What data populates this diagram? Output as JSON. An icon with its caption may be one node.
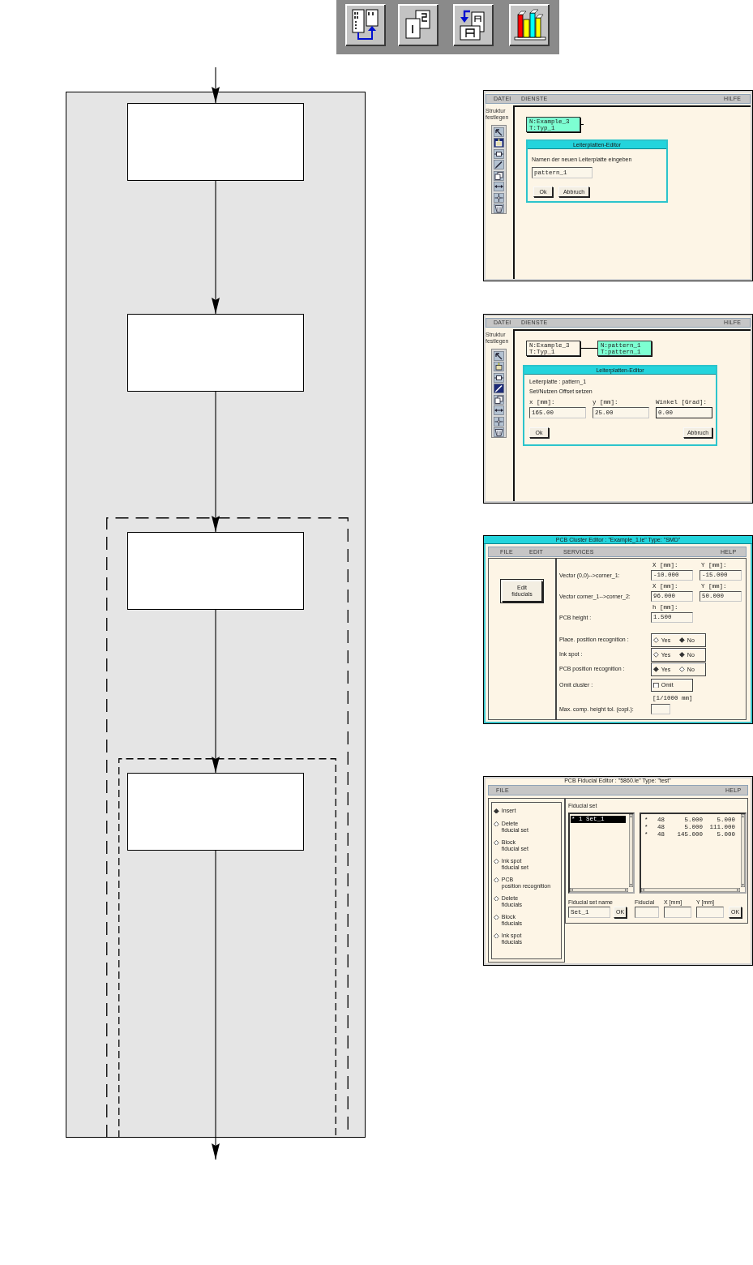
{
  "diagram": {
    "nodes": [
      {
        "text": [],
        "shape": "box"
      },
      {
        "text": [],
        "shape": "box",
        "in": 0
      },
      {
        "text": [],
        "shape": "box",
        "in": 0
      },
      {
        "text": [],
        "shape": "box",
        "in": 0
      },
      {
        "text": [],
        "shape": "box",
        "in": 3
      },
      {
        "text": [],
        "shape": "box",
        "in": 3
      },
      {
        "text": [],
        "shape": "box",
        "in": 5
      },
      {
        "text": [
          "DATEI",
          "DIENSTE",
          "HILFE",
          "Struktur festlegen"
        ]
      },
      {
        "text": [
          "N:Example_3",
          "T:Typ_1"
        ],
        "in": 7
      },
      {
        "text": [
          "Leiterplatten-Editor",
          "Namen der neuen Leiterplatte eingeben",
          "pattern_1",
          "Ok",
          "Abbruch"
        ],
        "in": 7
      },
      {
        "text": [
          "DATEI",
          "DIENSTE",
          "HILFE",
          "Struktur festlegen"
        ]
      },
      {
        "text": [
          "N:Example_3",
          "T:Typ_1"
        ],
        "in": 10
      },
      {
        "text": [
          "N:pattern_1",
          "T:pattern_1"
        ],
        "in": 10
      },
      {
        "text": [
          "Leiterplatten-Editor",
          "Leiterplatte : pattern_1",
          "Set/Nutzen Offset setzen",
          "x [mm]:",
          "y [mm]:",
          "Winkel [Grad]:",
          "165.00",
          "25.00",
          "0.00",
          "Ok",
          "Abbruch"
        ],
        "in": 10
      },
      {
        "text": [
          "PCB Cluster Editor : \"Example_1.le\" Type: \"SMD\"",
          "FILE",
          "EDIT",
          "SERVICES",
          "HELP",
          "Edit fiducials",
          "X [mm]:",
          "Y [mm]:",
          "Vector (0,0)-->corner_1:",
          "-10.000",
          "-15.000",
          "X [mm]:",
          "Y [mm]:",
          "Vector corner_1-->corner_2:",
          "96.000",
          "50.000",
          "h [mm]:",
          "PCB height :",
          "1.500",
          "Place. position recognition :",
          "Yes",
          "No",
          "Ink spot :",
          "Yes",
          "No",
          "PCB position recognition :",
          "Yes",
          "No",
          "Omit cluster :",
          "Omit",
          "[1/1000 mm]",
          "Max. comp. height tol. (copl.):"
        ]
      },
      {
        "text": [
          "PCB Fiducial Editor : \"5860.le\" Type: \"test\"",
          "FILE",
          "HELP",
          "Insert",
          "Delete fiducial set",
          "Block fiducial set",
          "Ink spot fiducial set",
          "PCB position recognition",
          "Delete fiducials",
          "Block fiducials",
          "Ink spot fiducials",
          "Fiducial set",
          "* 1 Set_1",
          "*",
          "48",
          "5.000",
          "5.000",
          "*",
          "48",
          "5.000",
          "111.000",
          "*",
          "48",
          "145.000",
          "5.000",
          "Fiducial set name",
          "Set_1",
          "OK",
          "Fiducial",
          "X [mm]",
          "Y [mm]",
          "OK"
        ]
      }
    ],
    "edges": [
      {
        "from": null,
        "to": 1,
        "arrow": "to"
      },
      {
        "from": 1,
        "to": 2,
        "arrow": "to"
      },
      {
        "from": 2,
        "to": 4,
        "arrow": "to"
      },
      {
        "from": 4,
        "to": 6,
        "arrow": "to"
      },
      {
        "from": 6,
        "to": null,
        "arrow": "to"
      },
      {
        "from": 11,
        "to": 12,
        "arrow": "none"
      },
      {
        "from": 8,
        "to": null,
        "arrow": "none"
      }
    ]
  }
}
